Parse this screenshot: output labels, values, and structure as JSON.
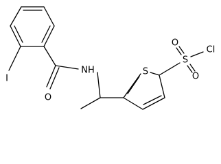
{
  "molecule": {
    "atom_labels": {
      "iodine": "I",
      "carbonyl_oxygen": "O",
      "amide_nitrogen": "NH",
      "thiophene_sulfur": "S",
      "sulfonyl_sulfur": "S",
      "sulfonyl_oxygen_upper": "O",
      "sulfonyl_oxygen_lower": "O",
      "chlorine": "Cl"
    },
    "colors": {
      "bond": "#000000",
      "label": "#000000",
      "background": "#ffffff"
    }
  }
}
